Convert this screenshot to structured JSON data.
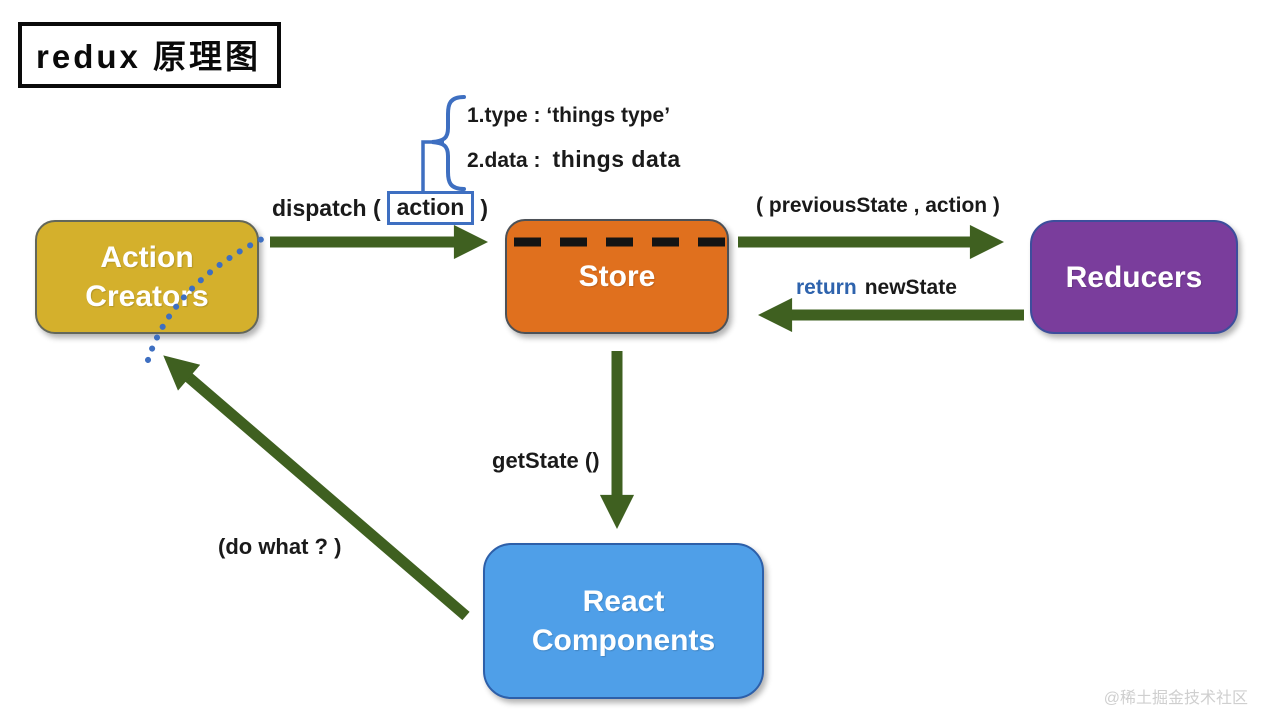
{
  "title": "redux 原理图",
  "watermark": "@稀土掘金技术社区",
  "action_object": {
    "line1": "1.type : ‘things type’",
    "line2_label": "2.data :",
    "line2_value": "things data"
  },
  "labels": {
    "dispatch_prefix": "dispatch (",
    "action": "action",
    "dispatch_suffix": ")",
    "reducer_args": "( previousState , action )",
    "return_keyword": "return",
    "return_value": "newState",
    "get_state": "getState ()",
    "do_what": "(do what ? )"
  },
  "nodes": {
    "action_creators": {
      "label": "Action Creators",
      "color": "#d4b02c"
    },
    "store": {
      "label": "Store",
      "color": "#e0701e"
    },
    "reducers": {
      "label": "Reducers",
      "color": "#7a3d9c"
    },
    "react_components": {
      "label": "React Components",
      "color": "#4f9fe8"
    }
  },
  "colors": {
    "arrow_green": "#3f6020",
    "annotation_blue": "#3e6fc1",
    "return_blue": "#2e63ad",
    "dashed_line_black": "#141414",
    "title_border_black": "#0a0a0a",
    "watermark_gray": "#cfcfcf"
  }
}
